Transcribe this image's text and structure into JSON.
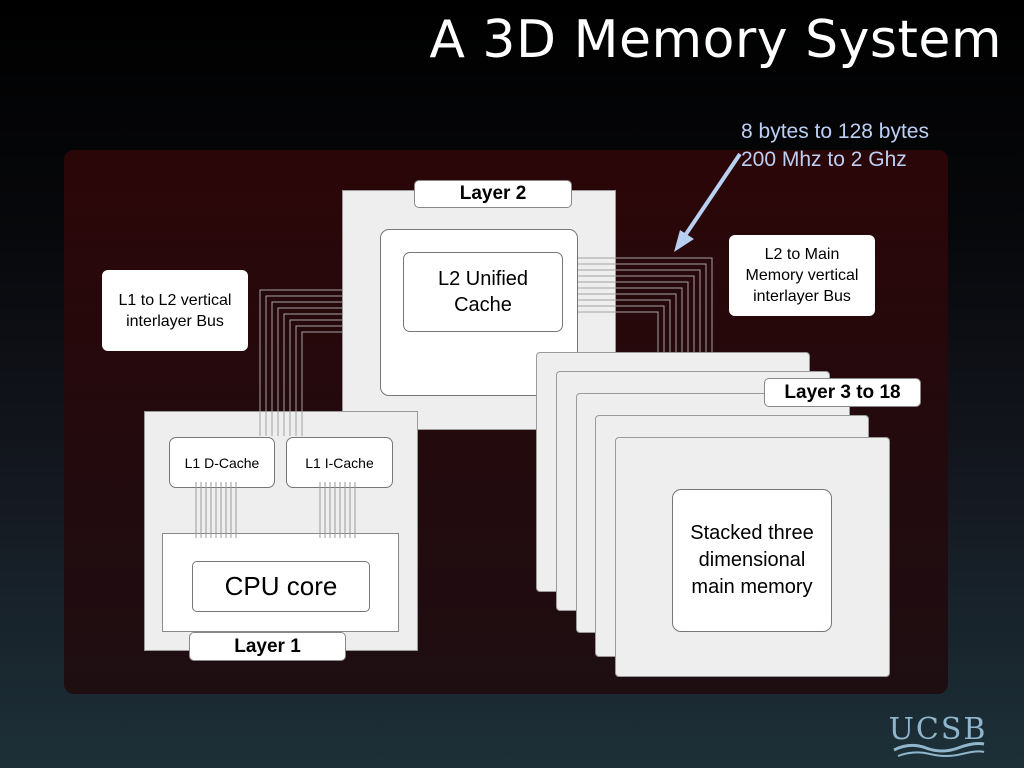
{
  "title": "A 3D Memory System",
  "annotation": {
    "line1": "8 bytes to 128 bytes",
    "line2": "200 Mhz to 2 Ghz"
  },
  "layer2": {
    "tag": "Layer 2",
    "l2_cache_line1": "L2 Unified",
    "l2_cache_line2": "Cache"
  },
  "layer1": {
    "tag": "Layer 1",
    "l1_dcache": "L1 D-Cache",
    "l1_icache": "L1 I-Cache",
    "cpu": "CPU core"
  },
  "layer3_18": {
    "tag": "Layer 3 to 18",
    "mem_line1": "Stacked three",
    "mem_line2": "dimensional",
    "mem_line3": "main memory"
  },
  "notes": {
    "l1_l2_bus_line1": "L1 to L2 vertical",
    "l1_l2_bus_line2": "interlayer Bus",
    "l2_main_bus_line1": "L2 to Main",
    "l2_main_bus_line2": "Memory vertical",
    "l2_main_bus_line3": "interlayer Bus"
  },
  "logo": {
    "text": "UCSB"
  },
  "colors": {
    "annotation": "#bcd0f5",
    "arrow": "#b8d0f2",
    "logo": "#8fb6cc"
  }
}
